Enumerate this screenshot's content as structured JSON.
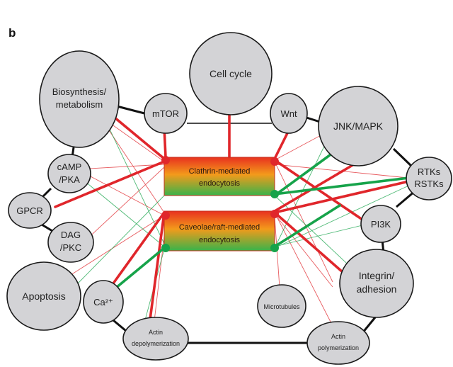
{
  "panel_label": "b",
  "central_boxes": [
    {
      "id": "clathrin",
      "lines": [
        "Clathrin-mediated",
        "endocytosis"
      ]
    },
    {
      "id": "caveolae",
      "lines": [
        "Caveolae/raft-mediated",
        "endocytosis"
      ]
    }
  ],
  "nodes": [
    {
      "id": "biosynthesis",
      "lines": [
        "Biosynthesis/",
        "metabolism"
      ]
    },
    {
      "id": "mtor",
      "lines": [
        "mTOR"
      ]
    },
    {
      "id": "cellcycle",
      "lines": [
        "Cell cycle"
      ]
    },
    {
      "id": "wnt",
      "lines": [
        "Wnt"
      ]
    },
    {
      "id": "jnk",
      "lines": [
        "JNK/MAPK"
      ]
    },
    {
      "id": "camp",
      "lines": [
        "cAMP",
        "/PKA"
      ]
    },
    {
      "id": "gpcr",
      "lines": [
        "GPCR"
      ]
    },
    {
      "id": "dag",
      "lines": [
        "DAG",
        "/PKC"
      ]
    },
    {
      "id": "rtks",
      "lines": [
        "RTKs",
        "RSTKs"
      ]
    },
    {
      "id": "pi3k",
      "lines": [
        "PI3K"
      ]
    },
    {
      "id": "apoptosis",
      "lines": [
        "Apoptosis"
      ]
    },
    {
      "id": "ca",
      "lines": [
        "Ca²⁺"
      ]
    },
    {
      "id": "integrin",
      "lines": [
        "Integrin/",
        "adhesion"
      ]
    },
    {
      "id": "microtubules",
      "lines": [
        "Microtubules"
      ]
    },
    {
      "id": "actin_depoly",
      "lines": [
        "Actin",
        "depolymerization"
      ]
    },
    {
      "id": "actin_poly",
      "lines": [
        "Actin",
        "polymerization"
      ]
    }
  ],
  "colors": {
    "activating": "#e0262b",
    "inhibiting": "#16a34a",
    "node_fill": "#d3d3d6",
    "box_gradient_top": "#e8311f",
    "box_gradient_mid": "#f39a1b",
    "box_gradient_bottom": "#38b34a"
  }
}
